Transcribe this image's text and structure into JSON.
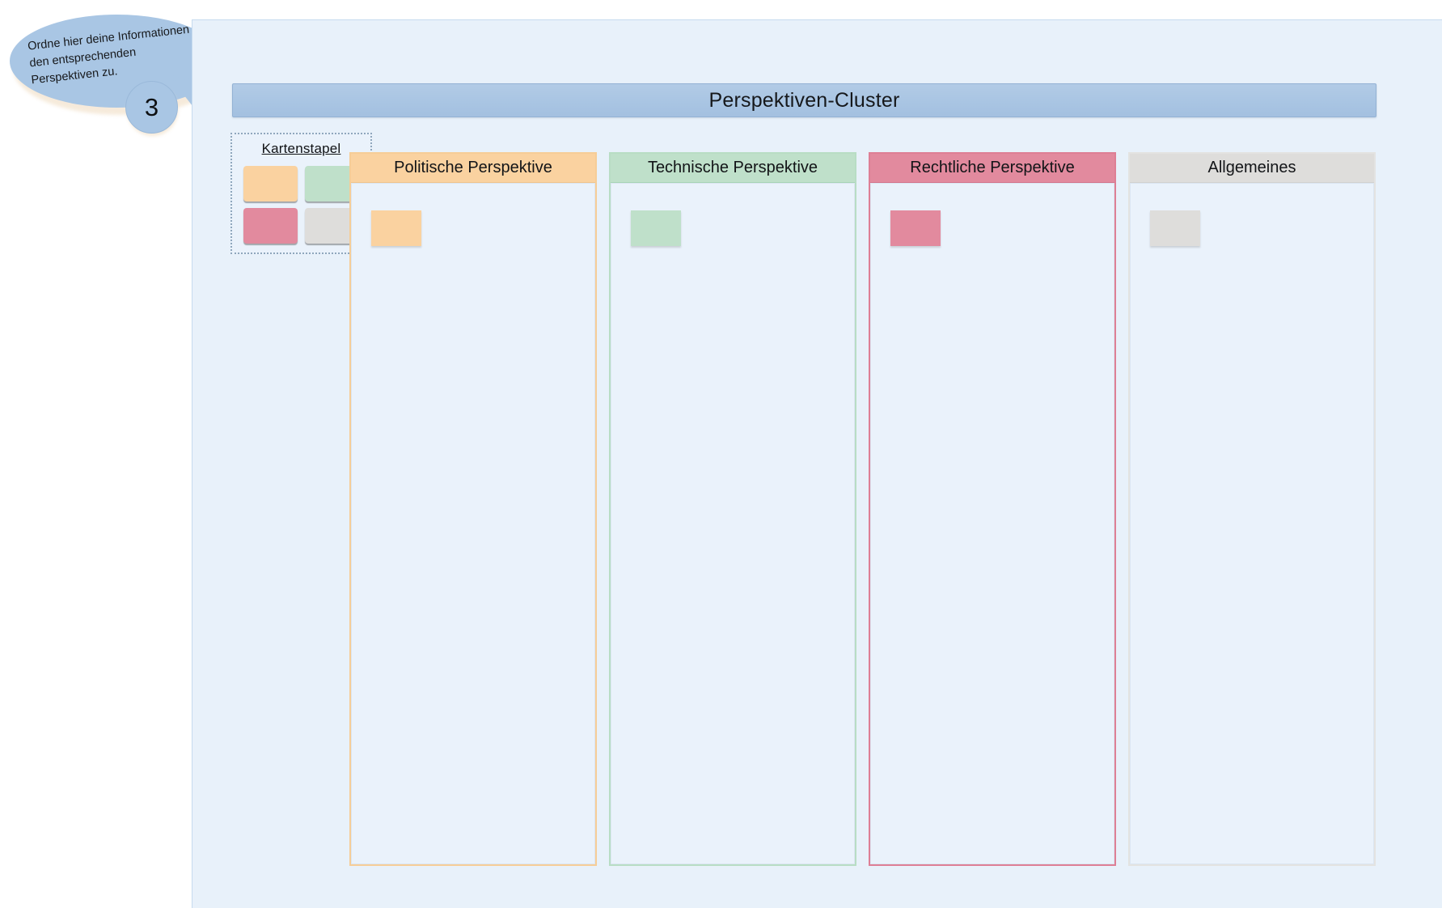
{
  "instruction_bubble": {
    "text": "Ordne hier deine Informationen den entsprechenden Perspektiven zu.",
    "step_number": "3",
    "bubble_color": "#a9c6e4"
  },
  "board": {
    "background_color": "#e8f1fa",
    "title": "Perspektiven-Cluster",
    "title_bar_color": "#a9c5e3"
  },
  "card_stack": {
    "label": "Kartenstapel",
    "cards": [
      {
        "name": "orange-card",
        "color": "#fad2a0"
      },
      {
        "name": "green-card",
        "color": "#bfe0ca"
      },
      {
        "name": "pink-card",
        "color": "#e28a9e"
      },
      {
        "name": "gray-card",
        "color": "#dedddb"
      }
    ]
  },
  "columns": [
    {
      "id": "politisch",
      "header": "Politische Perspektive",
      "header_color": "#fad2a0",
      "border_color": "#f6cd97",
      "card_color": "#fad2a0",
      "card_count": 1
    },
    {
      "id": "technisch",
      "header": "Technische Perspektive",
      "header_color": "#bfe0ca",
      "border_color": "#b8ddc4",
      "card_color": "#bfe0ca",
      "card_count": 1
    },
    {
      "id": "rechtlich",
      "header": "Rechtliche Perspektive",
      "header_color": "#e28a9e",
      "border_color": "#de7f95",
      "card_color": "#e28a9e",
      "card_count": 1
    },
    {
      "id": "allgemeines",
      "header": "Allgemeines",
      "header_color": "#dedddb",
      "border_color": "#e3e3e1",
      "card_color": "#dedddb",
      "card_count": 1
    }
  ]
}
